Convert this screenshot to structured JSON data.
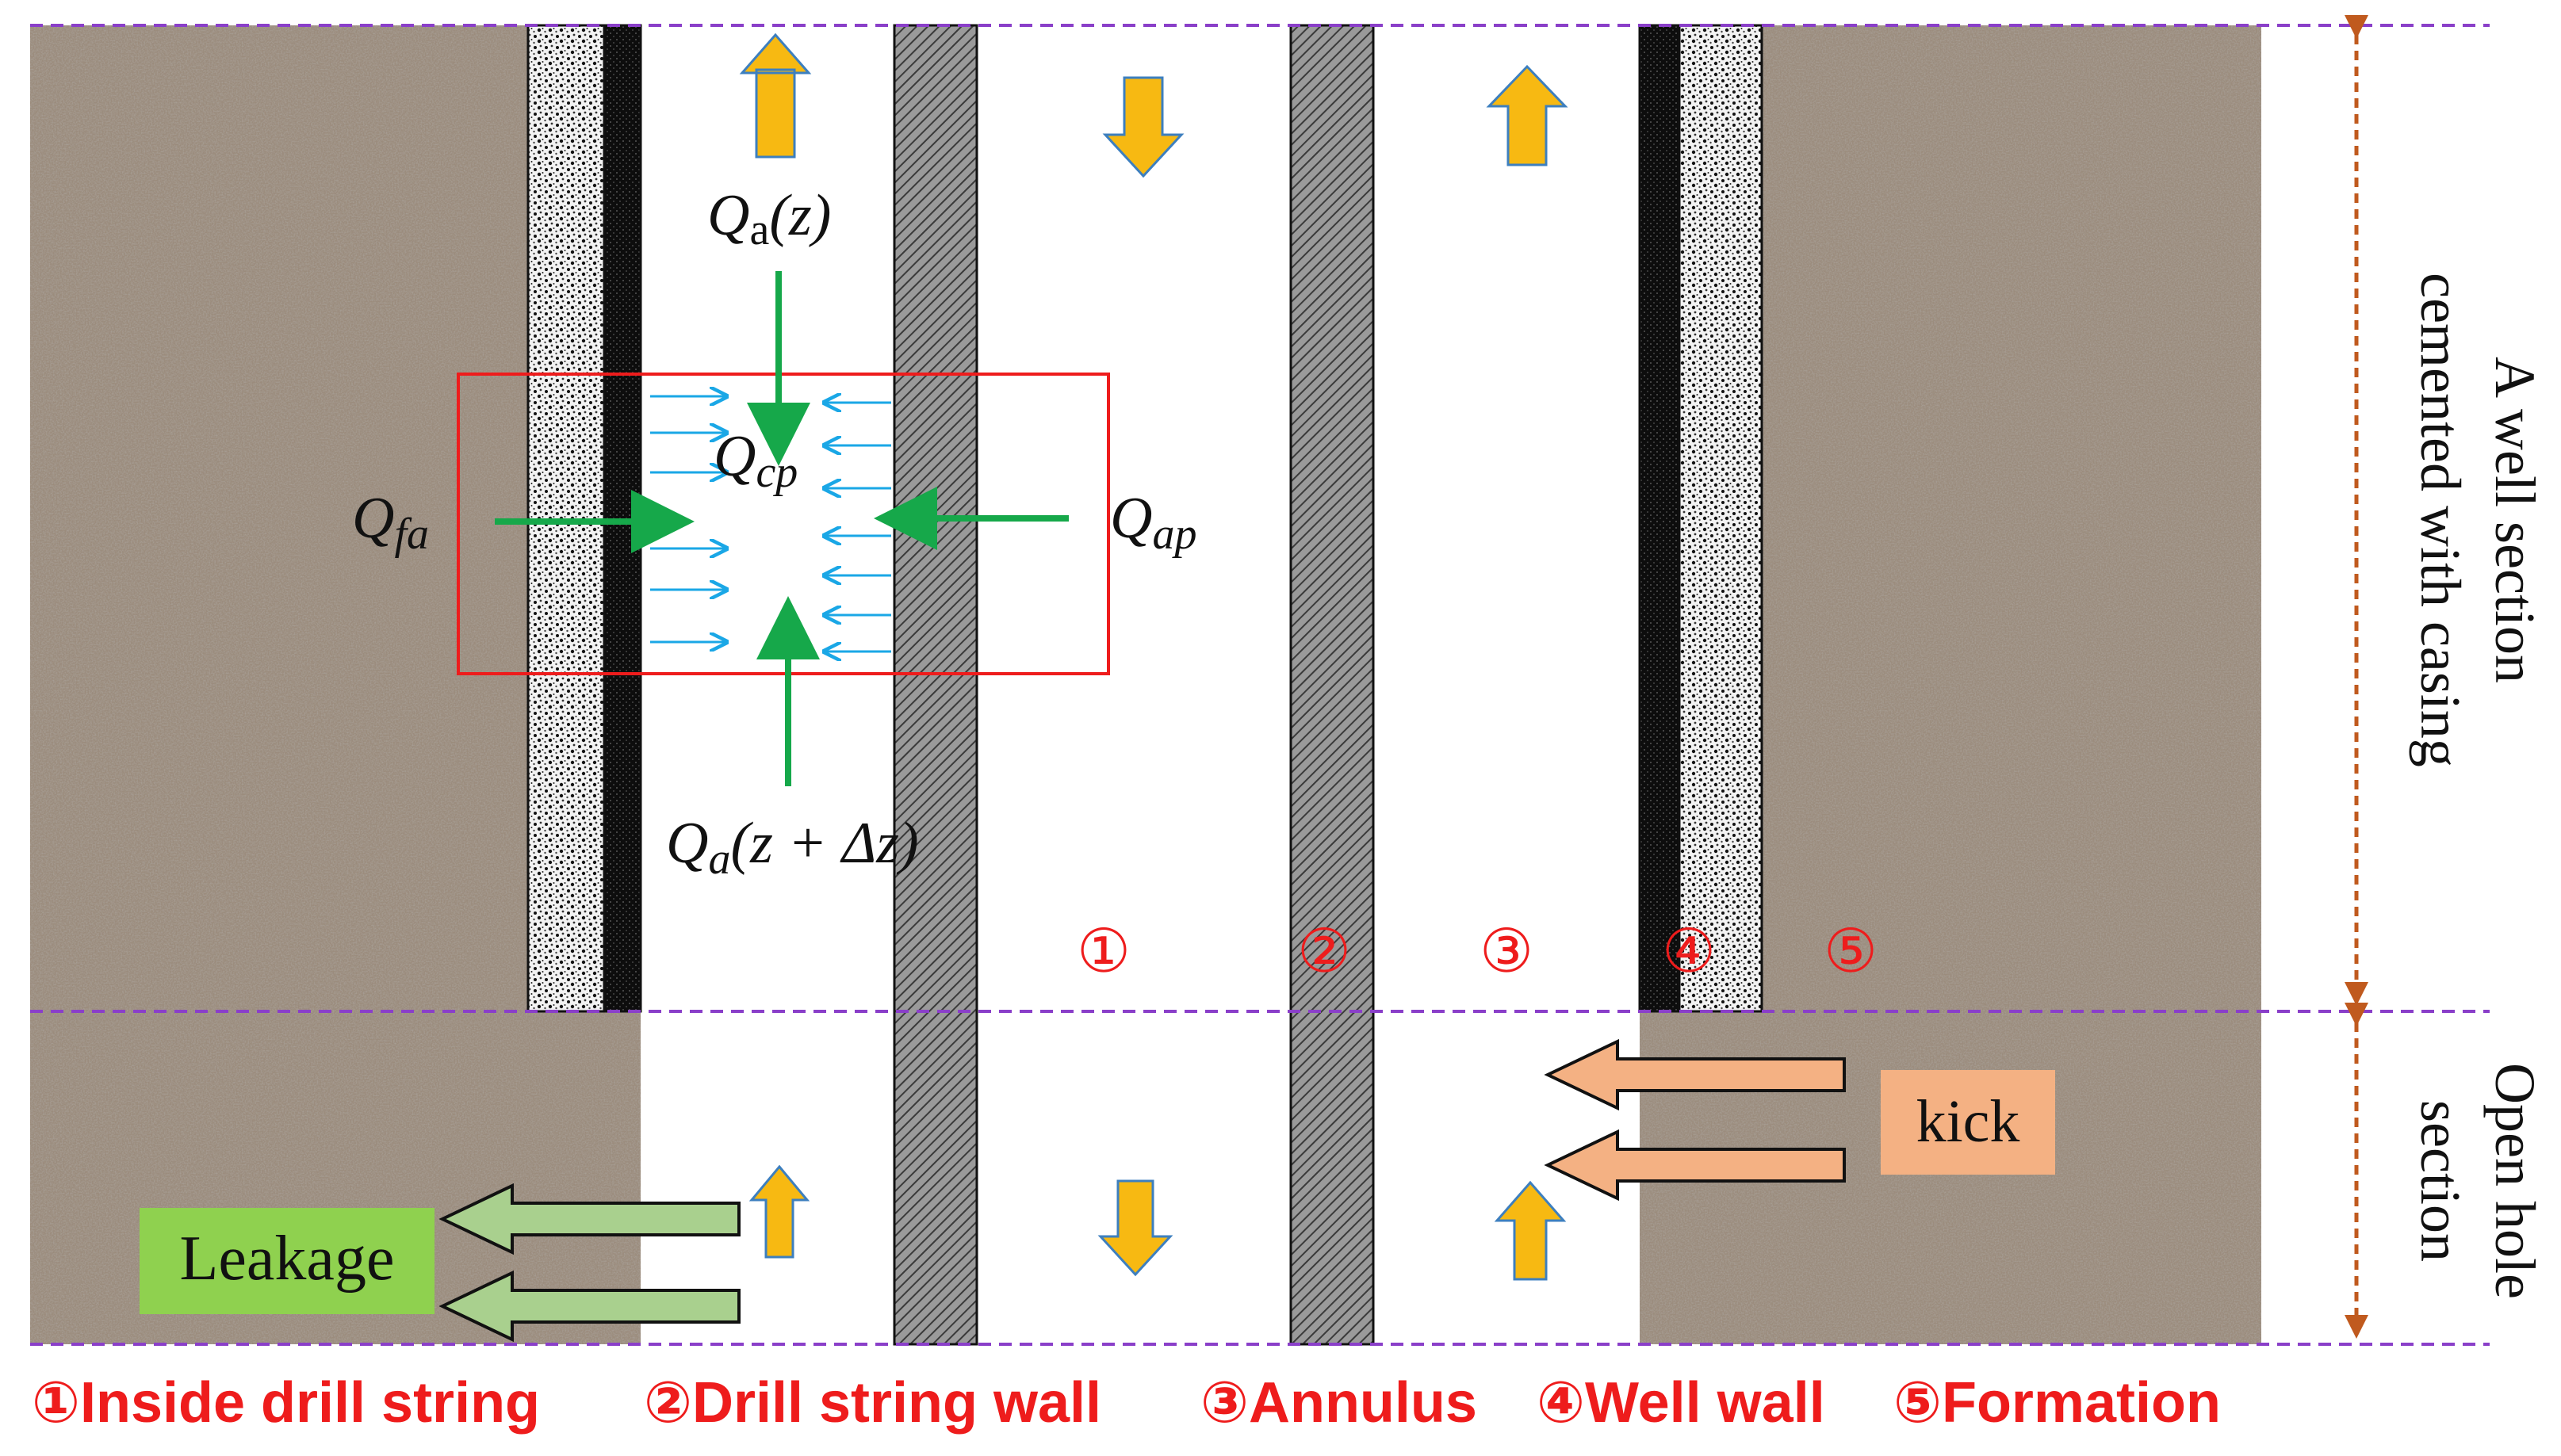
{
  "colors": {
    "formation": "#9b8c7d",
    "cement": "#e8e8e8",
    "casing": "#151515",
    "pipe_wall": "#8c8c8c",
    "boundary": "#8a3fc9",
    "dim_arrow": "#c05a1e",
    "flow_arrow": "#f7b912",
    "flow_arrow_border": "#3d7fbf",
    "green_arrow": "#16a84a",
    "blue_arrow": "#1aa7e6",
    "control_volume": "#ee1c1c",
    "leakage_fill": "#a9d08e",
    "leakage_box": "#8fd14f",
    "kick_fill": "#f4b183",
    "label_red": "#ee1c1c"
  },
  "labels": {
    "qa_z_main": "Q",
    "qa_z_sub": "a",
    "qa_z_rest": "(z)",
    "qcp_main": "Q",
    "qcp_sub": "cp",
    "qfa_main": "Q",
    "qfa_sub": "fa",
    "qap_main": "Q",
    "qap_sub": "ap",
    "qa_dz_main": "Q",
    "qa_dz_sub": "a",
    "qa_dz_rest": "(z + Δz)"
  },
  "regions": {
    "marker_1": "①",
    "marker_2": "②",
    "marker_3": "③",
    "marker_4": "④",
    "marker_5": "⑤"
  },
  "sections": {
    "cased_line1": "A well section",
    "cased_line2": "cemented with casing",
    "open_line1": "Open hole",
    "open_line2": "section"
  },
  "callouts": {
    "leakage": "Leakage",
    "kick": "kick"
  },
  "legend": {
    "item1": "①Inside drill string",
    "item2": "②Drill string wall",
    "item3": "③Annulus",
    "item4": "④Well wall",
    "item5": "⑤Formation"
  }
}
